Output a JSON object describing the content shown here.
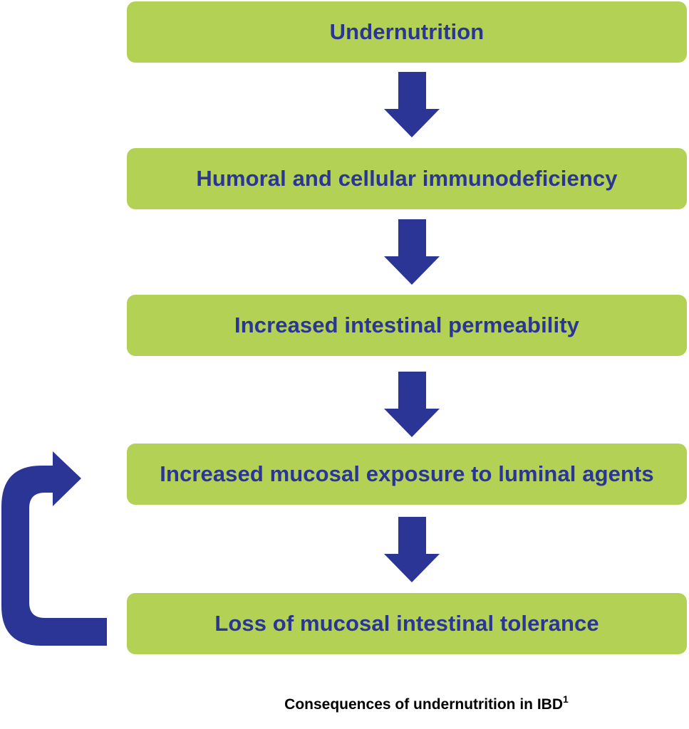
{
  "steps": [
    {
      "label": "Undernutrition"
    },
    {
      "label": "Humoral and cellular immunodeficiency"
    },
    {
      "label": "Increased intestinal permeability"
    },
    {
      "label": "Increased mucosal exposure to luminal agents"
    },
    {
      "label": "Loss of mucosal intestinal tolerance"
    }
  ],
  "caption": {
    "text": "Consequences of undernutrition in IBD",
    "superscript": "1"
  },
  "colors": {
    "box_fill": "#b3d155",
    "text": "#2b3595",
    "arrow": "#2b3595"
  }
}
